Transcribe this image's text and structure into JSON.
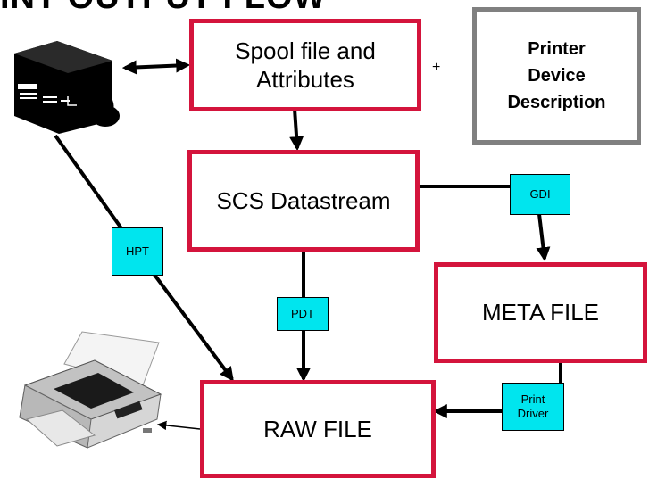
{
  "title": "INT OUTPUT FLOW",
  "boxes": {
    "spool": "Spool file and\nAttributes",
    "printer_desc": "Printer\nDevice\nDescription",
    "scs": "SCS Datastream",
    "meta": "META FILE",
    "raw": "RAW FILE"
  },
  "plus_sign": "+",
  "tags": {
    "gdi": "GDI",
    "hpt": "HPT",
    "pdt": "PDT",
    "print_driver": "Print\nDriver"
  },
  "colors": {
    "box_border": "#d4143c",
    "desc_border": "#808080",
    "tag_fill": "#00e5ee"
  },
  "icons": [
    "server-icon",
    "printer-icon"
  ]
}
